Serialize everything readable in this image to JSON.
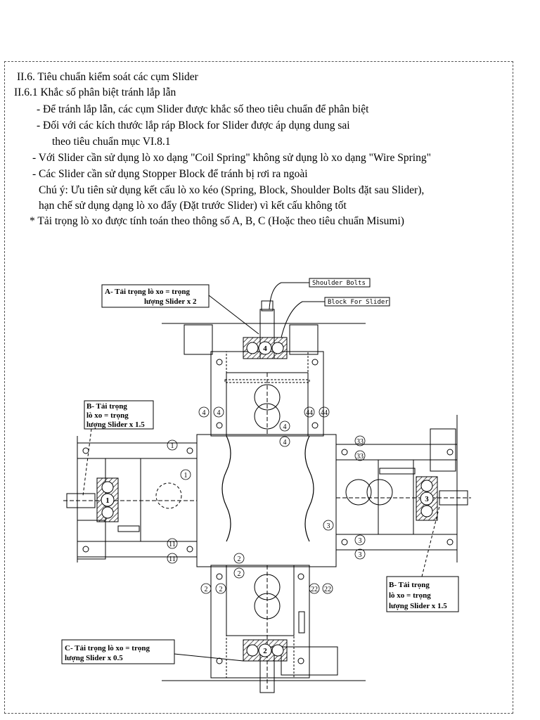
{
  "document": {
    "lines": [
      "II.6. Tiêu chuẩn kiểm soát các cụm Slider",
      "II.6.1 Khắc số phân biệt tránh lắp lẫn",
      "- Để tránh lắp lẫn, các cụm Slider được khắc số theo tiêu chuẩn để phân biệt",
      "- Đối với các kích thước lắp ráp Block for Slider được áp dụng dung sai",
      "theo tiêu chuẩn mục VI.8.1",
      "- Với Slider  cần sử dụng lò xo dạng \"Coil Spring\" không sử dụng lò xo dạng \"Wire Spring\"",
      "- Các Slider cần sử dụng Stopper Block để tránh bị rơi ra ngoài",
      "Chú ý: Ưu tiên sử dụng kết cấu lò xo kéo (Spring, Block, Shoulder Bolts đặt sau Slider),",
      "hạn chế sử dụng dạng lò xo đẩy (Đặt trước Slider) vì kết cấu không tốt",
      "* Tải trọng lò xo được tính toán theo thông số A, B, C (Hoặc theo tiêu chuẩn Misumi)"
    ]
  },
  "diagram": {
    "labels": {
      "shoulder_bolts": "Shoulder Bolts",
      "block_for_slider": "Block For Slider"
    },
    "callouts": {
      "a_line1": "A-  Tải trọng lò xo = trọng",
      "a_line2": "lượng Slider x 2",
      "b_left_line1": "B- Tải trọng",
      "b_left_line2": "lò xo = trọng",
      "b_left_line3": "lượng Slider x 1.5",
      "b_right_line1": "B- Tải trọng",
      "b_right_line2": "lò xo = trọng",
      "b_right_line3": "lượng Slider x 1.5",
      "c_line1": "C- Tải trọng lò xo = trọng",
      "c_line2": "lượng Slider x 0.5"
    },
    "marks": {
      "n1": "1",
      "n2": "2",
      "n3": "3",
      "n4": "4",
      "n11": "11",
      "n22": "22",
      "n33": "33",
      "n44": "44"
    }
  }
}
